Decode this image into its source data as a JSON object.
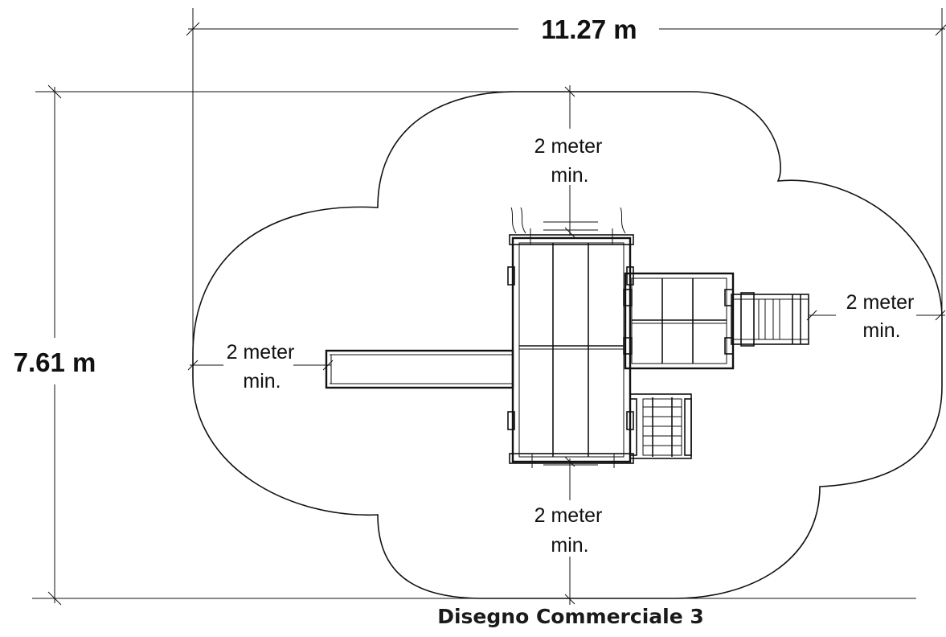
{
  "dimensions": {
    "width": "11.27 m",
    "height": "7.61 m"
  },
  "clearance": {
    "top": [
      "2 meter",
      "min."
    ],
    "bottom": [
      "2 meter",
      "min."
    ],
    "left": [
      "2 meter",
      "min."
    ],
    "right": [
      "2 meter",
      "min."
    ]
  },
  "caption": "Disegno Commerciale 3"
}
